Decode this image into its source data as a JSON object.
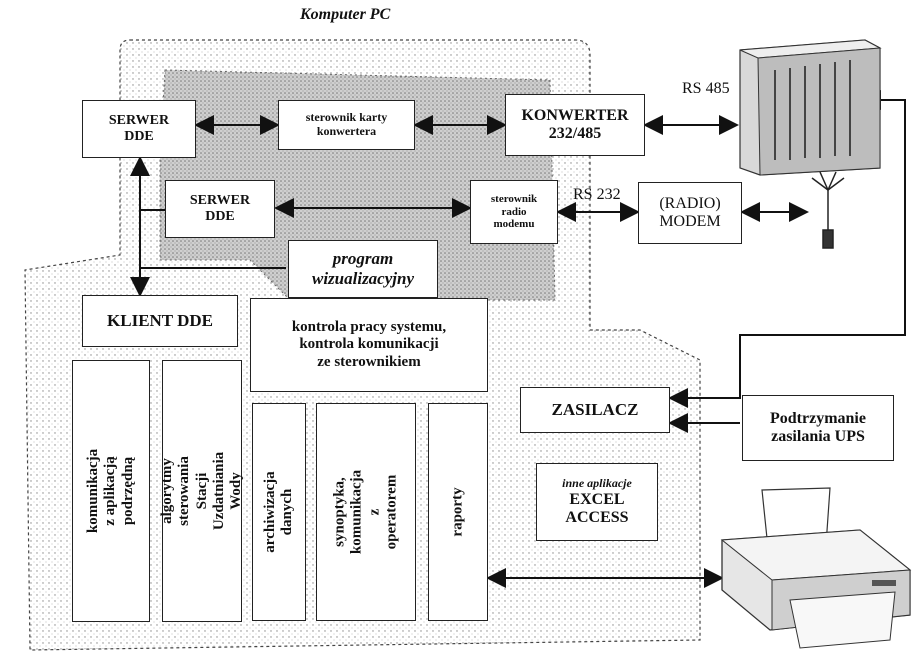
{
  "title": "Komputer PC",
  "labels": {
    "rs485": "RS 485",
    "rs232": "RS 232"
  },
  "boxes": {
    "serwer_dde_1": "SERWER\nDDE",
    "sterownik_karty": "sterownik karty\nkonwertera",
    "konwerter": "KONWERTER\n232/485",
    "serwer_dde_2": "SERWER\nDDE",
    "sterownik_radio": "sterownik\nradio\nmodemu",
    "radio_modem": "(RADIO)\nMODEM",
    "program": "program\nwizualizacyjny",
    "klient_dde": "KLIENT DDE",
    "kontrola": "kontrola pracy systemu,\nkontrola komunikacji\nze sterownikiem",
    "zasilacz": "ZASILACZ",
    "ups": "Podtrzymanie\nzasilania UPS",
    "inne_title": "inne aplikacje",
    "inne_apps": "EXCEL\nACCESS"
  },
  "modules": {
    "komunikacja": "komunikacja z aplikacją\npodrzędną",
    "algorytmy": "algorytmy sterowania\nStacji Uzdatniania Wody",
    "archiwizacja": "archiwizacja danych",
    "synoptyka": "synoptyka,\nkomunikacja\nz operatorem",
    "raporty": "raporty"
  },
  "icons": [
    "server-rack-icon",
    "antenna-icon",
    "printer-icon"
  ]
}
